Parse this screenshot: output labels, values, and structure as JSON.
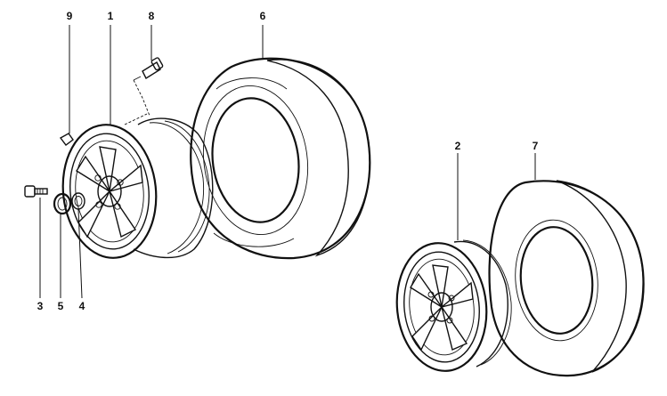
{
  "callouts": [
    {
      "id": "9",
      "label": "9"
    },
    {
      "id": "1",
      "label": "1"
    },
    {
      "id": "8",
      "label": "8"
    },
    {
      "id": "6",
      "label": "6"
    },
    {
      "id": "2",
      "label": "2"
    },
    {
      "id": "7",
      "label": "7"
    },
    {
      "id": "3",
      "label": "3"
    },
    {
      "id": "5",
      "label": "5"
    },
    {
      "id": "4",
      "label": "4"
    }
  ],
  "colors": {
    "ink": "#111111",
    "paper": "#ffffff",
    "tread": "#1a1a1a"
  }
}
